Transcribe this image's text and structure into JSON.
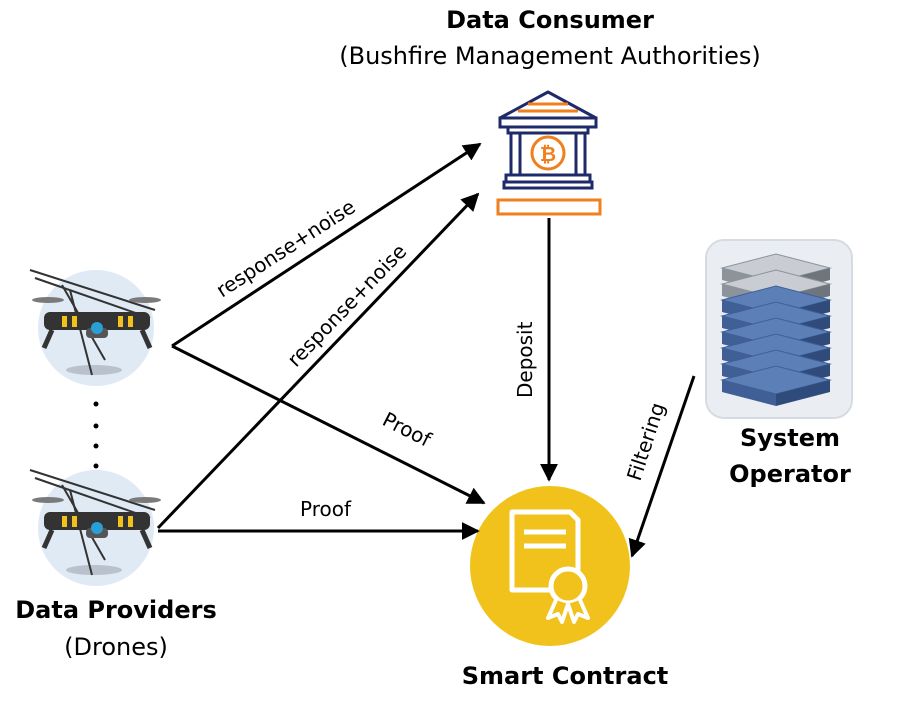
{
  "nodes": {
    "consumer": {
      "title": "Data Consumer",
      "subtitle": "(Bushfire Management Authorities)",
      "icon": "bank-bitcoin-icon"
    },
    "providers": {
      "title": "Data Providers",
      "subtitle": "(Drones)",
      "icon": "drone-icon",
      "ellipsis": "⋮"
    },
    "operator": {
      "title_line1": "System",
      "title_line2": "Operator",
      "icon": "server-rack-icon"
    },
    "contract": {
      "title": "Smart Contract",
      "icon": "certificate-icon"
    }
  },
  "edges": {
    "drone1_to_consumer": "response+noise",
    "drone2_to_consumer": "response+noise",
    "drone1_to_contract": "Proof",
    "drone2_to_contract": "Proof",
    "consumer_to_contract": "Deposit",
    "operator_to_contract": "Filtering"
  },
  "colors": {
    "navy": "#1f2a6b",
    "orange": "#f07f1e",
    "gold": "#f0c21b",
    "drone_bg": "#dfeaf4",
    "server_dark": "#3f5f96",
    "server_light": "#9ba3ae"
  }
}
